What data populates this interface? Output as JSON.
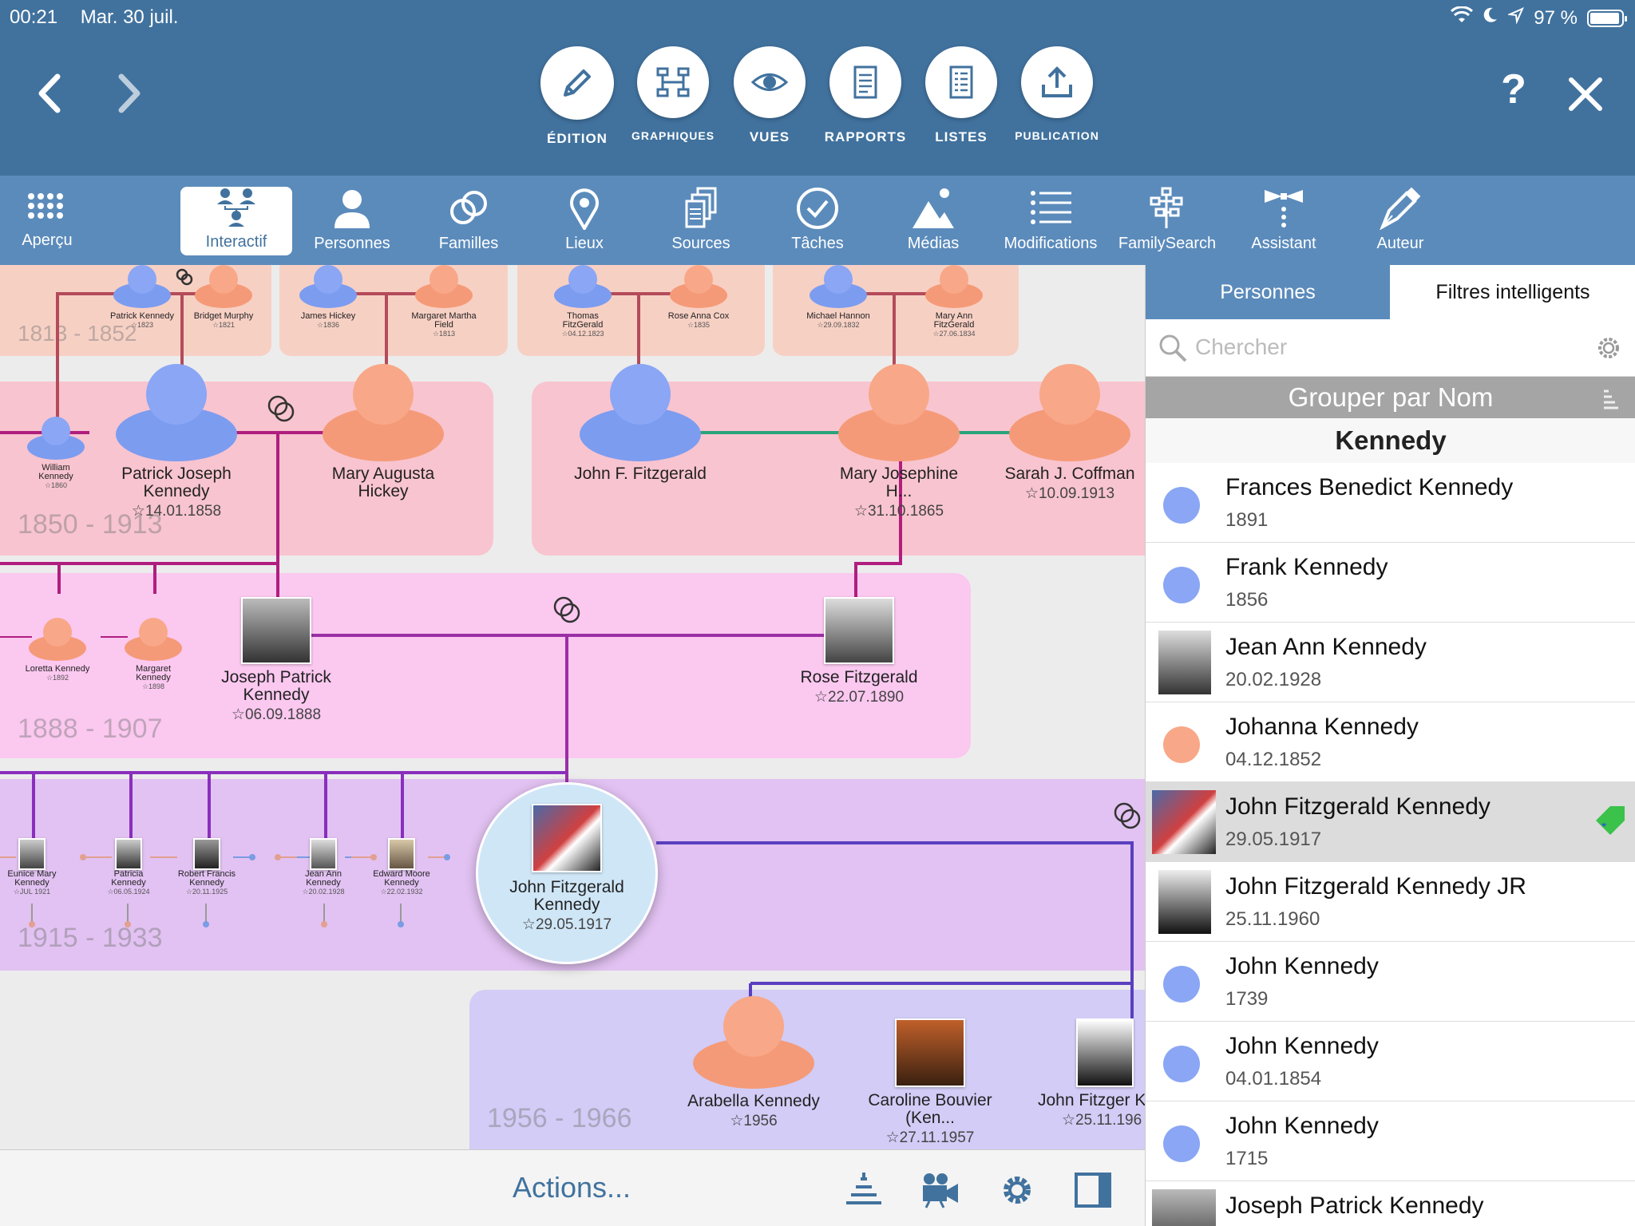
{
  "status": {
    "time": "00:21",
    "date": "Mar. 30 juil.",
    "battery": "97 %"
  },
  "modes": [
    {
      "label": "ÉDITION",
      "icon": "pencil-icon",
      "active": true
    },
    {
      "label": "GRAPHIQUES",
      "icon": "chart-graph-icon"
    },
    {
      "label": "VUES",
      "icon": "eye-icon"
    },
    {
      "label": "RAPPORTS",
      "icon": "report-icon"
    },
    {
      "label": "LISTES",
      "icon": "list-doc-icon"
    },
    {
      "label": "PUBLICATION",
      "icon": "upload-icon"
    }
  ],
  "top_actions": {
    "help": "?"
  },
  "tools": [
    {
      "label": "Aperçu",
      "icon": "grid-dots-icon"
    },
    {
      "label": "Interactif",
      "icon": "family-tree-icon",
      "active": true
    },
    {
      "label": "Personnes",
      "icon": "person-icon"
    },
    {
      "label": "Familles",
      "icon": "rings-icon"
    },
    {
      "label": "Lieux",
      "icon": "map-pin-icon"
    },
    {
      "label": "Sources",
      "icon": "documents-icon"
    },
    {
      "label": "Tâches",
      "icon": "check-circle-icon"
    },
    {
      "label": "Médias",
      "icon": "mountain-icon"
    },
    {
      "label": "Modifications",
      "icon": "list-icon"
    },
    {
      "label": "FamilySearch",
      "icon": "familysearch-tree-icon"
    },
    {
      "label": "Assistant",
      "icon": "bowtie-icon"
    },
    {
      "label": "Auteur",
      "icon": "fountain-pen-icon"
    }
  ],
  "chart": {
    "ranges": [
      "1813 - 1852",
      "1850 - 1913",
      "1888 - 1907",
      "1915 - 1933",
      "1956 - 1966"
    ],
    "gen1": [
      {
        "name": "Patrick Kennedy",
        "date": "☆1823",
        "sex": "m"
      },
      {
        "name": "Bridget Murphy",
        "date": "☆1821",
        "sex": "f"
      },
      {
        "name": "James Hickey",
        "date": "☆1836",
        "sex": "m"
      },
      {
        "name": "Margaret Martha Field",
        "date": "☆1813",
        "sex": "f"
      },
      {
        "name": "Thomas FitzGerald",
        "date": "☆04.12.1823",
        "sex": "m"
      },
      {
        "name": "Rose Anna Cox",
        "date": "☆1835",
        "sex": "f"
      },
      {
        "name": "Michael Hannon",
        "date": "☆29.09.1832",
        "sex": "m"
      },
      {
        "name": "Mary Ann FitzGerald",
        "date": "☆27.06.1834",
        "sex": "f"
      }
    ],
    "gen2": [
      {
        "name": "William Kennedy",
        "date": "☆1860",
        "small": true
      },
      {
        "name": "Patrick Joseph Kennedy",
        "date": "☆14.01.1858"
      },
      {
        "name": "Mary Augusta Hickey",
        "date": ""
      },
      {
        "name": "John F. Fitzgerald",
        "date": ""
      },
      {
        "name": "Mary Josephine H...",
        "date": "☆31.10.1865"
      },
      {
        "name": "Sarah J. Coffman",
        "date": "☆10.09.1913"
      }
    ],
    "gen3": [
      {
        "name": "Loretta Kennedy",
        "date": "☆1892"
      },
      {
        "name": "Margaret Kennedy",
        "date": "☆1898"
      },
      {
        "name": "Joseph Patrick Kennedy",
        "date": "☆06.09.1888"
      },
      {
        "name": "Rose Fitzgerald",
        "date": "☆22.07.1890"
      }
    ],
    "gen4": [
      {
        "name": "Eunice Mary Kennedy",
        "date": "☆JUL 1921"
      },
      {
        "name": "Patricia Kennedy",
        "date": "☆06.05.1924"
      },
      {
        "name": "Robert Francis Kennedy",
        "date": "☆20.11.1925"
      },
      {
        "name": "Jean Ann Kennedy",
        "date": "☆20.02.1928"
      },
      {
        "name": "Edward Moore Kennedy",
        "date": "☆22.02.1932"
      }
    ],
    "focus": {
      "name": "John Fitzgerald Kennedy",
      "date": "☆29.05.1917"
    },
    "gen5": [
      {
        "name": "Arabella Kennedy",
        "date": "☆1956"
      },
      {
        "name": "Caroline Bouvier (Ken...",
        "date": "☆27.11.1957"
      },
      {
        "name": "John Fitzger Kennedy J",
        "date": "☆25.11.196"
      }
    ]
  },
  "side": {
    "tabs": [
      "Personnes",
      "Filtres intelligents"
    ],
    "search_placeholder": "Chercher",
    "group_label": "Grouper par Nom",
    "family": "Kennedy",
    "people": [
      {
        "name": "Frances Benedict Kennedy",
        "date": "1891",
        "avatar": "male"
      },
      {
        "name": "Frank Kennedy",
        "date": "1856",
        "avatar": "male"
      },
      {
        "name": "Jean Ann Kennedy",
        "date": "20.02.1928",
        "avatar": "photo"
      },
      {
        "name": "Johanna Kennedy",
        "date": "04.12.1852",
        "avatar": "female"
      },
      {
        "name": "John Fitzgerald Kennedy",
        "date": "29.05.1917",
        "avatar": "photo",
        "selected": true
      },
      {
        "name": "John Fitzgerald Kennedy JR",
        "date": "25.11.1960",
        "avatar": "photo"
      },
      {
        "name": "John Kennedy",
        "date": "1739",
        "avatar": "male"
      },
      {
        "name": "John Kennedy",
        "date": "04.01.1854",
        "avatar": "male"
      },
      {
        "name": "John Kennedy",
        "date": "1715",
        "avatar": "male"
      },
      {
        "name": "Joseph Patrick Kennedy",
        "date": "",
        "avatar": "photo"
      }
    ]
  },
  "bottom": {
    "actions": "Actions..."
  },
  "colors": {
    "primary": "#41729e",
    "toolbar": "#5b8bbb",
    "male": "#8aa6f4",
    "female": "#f8a888"
  }
}
